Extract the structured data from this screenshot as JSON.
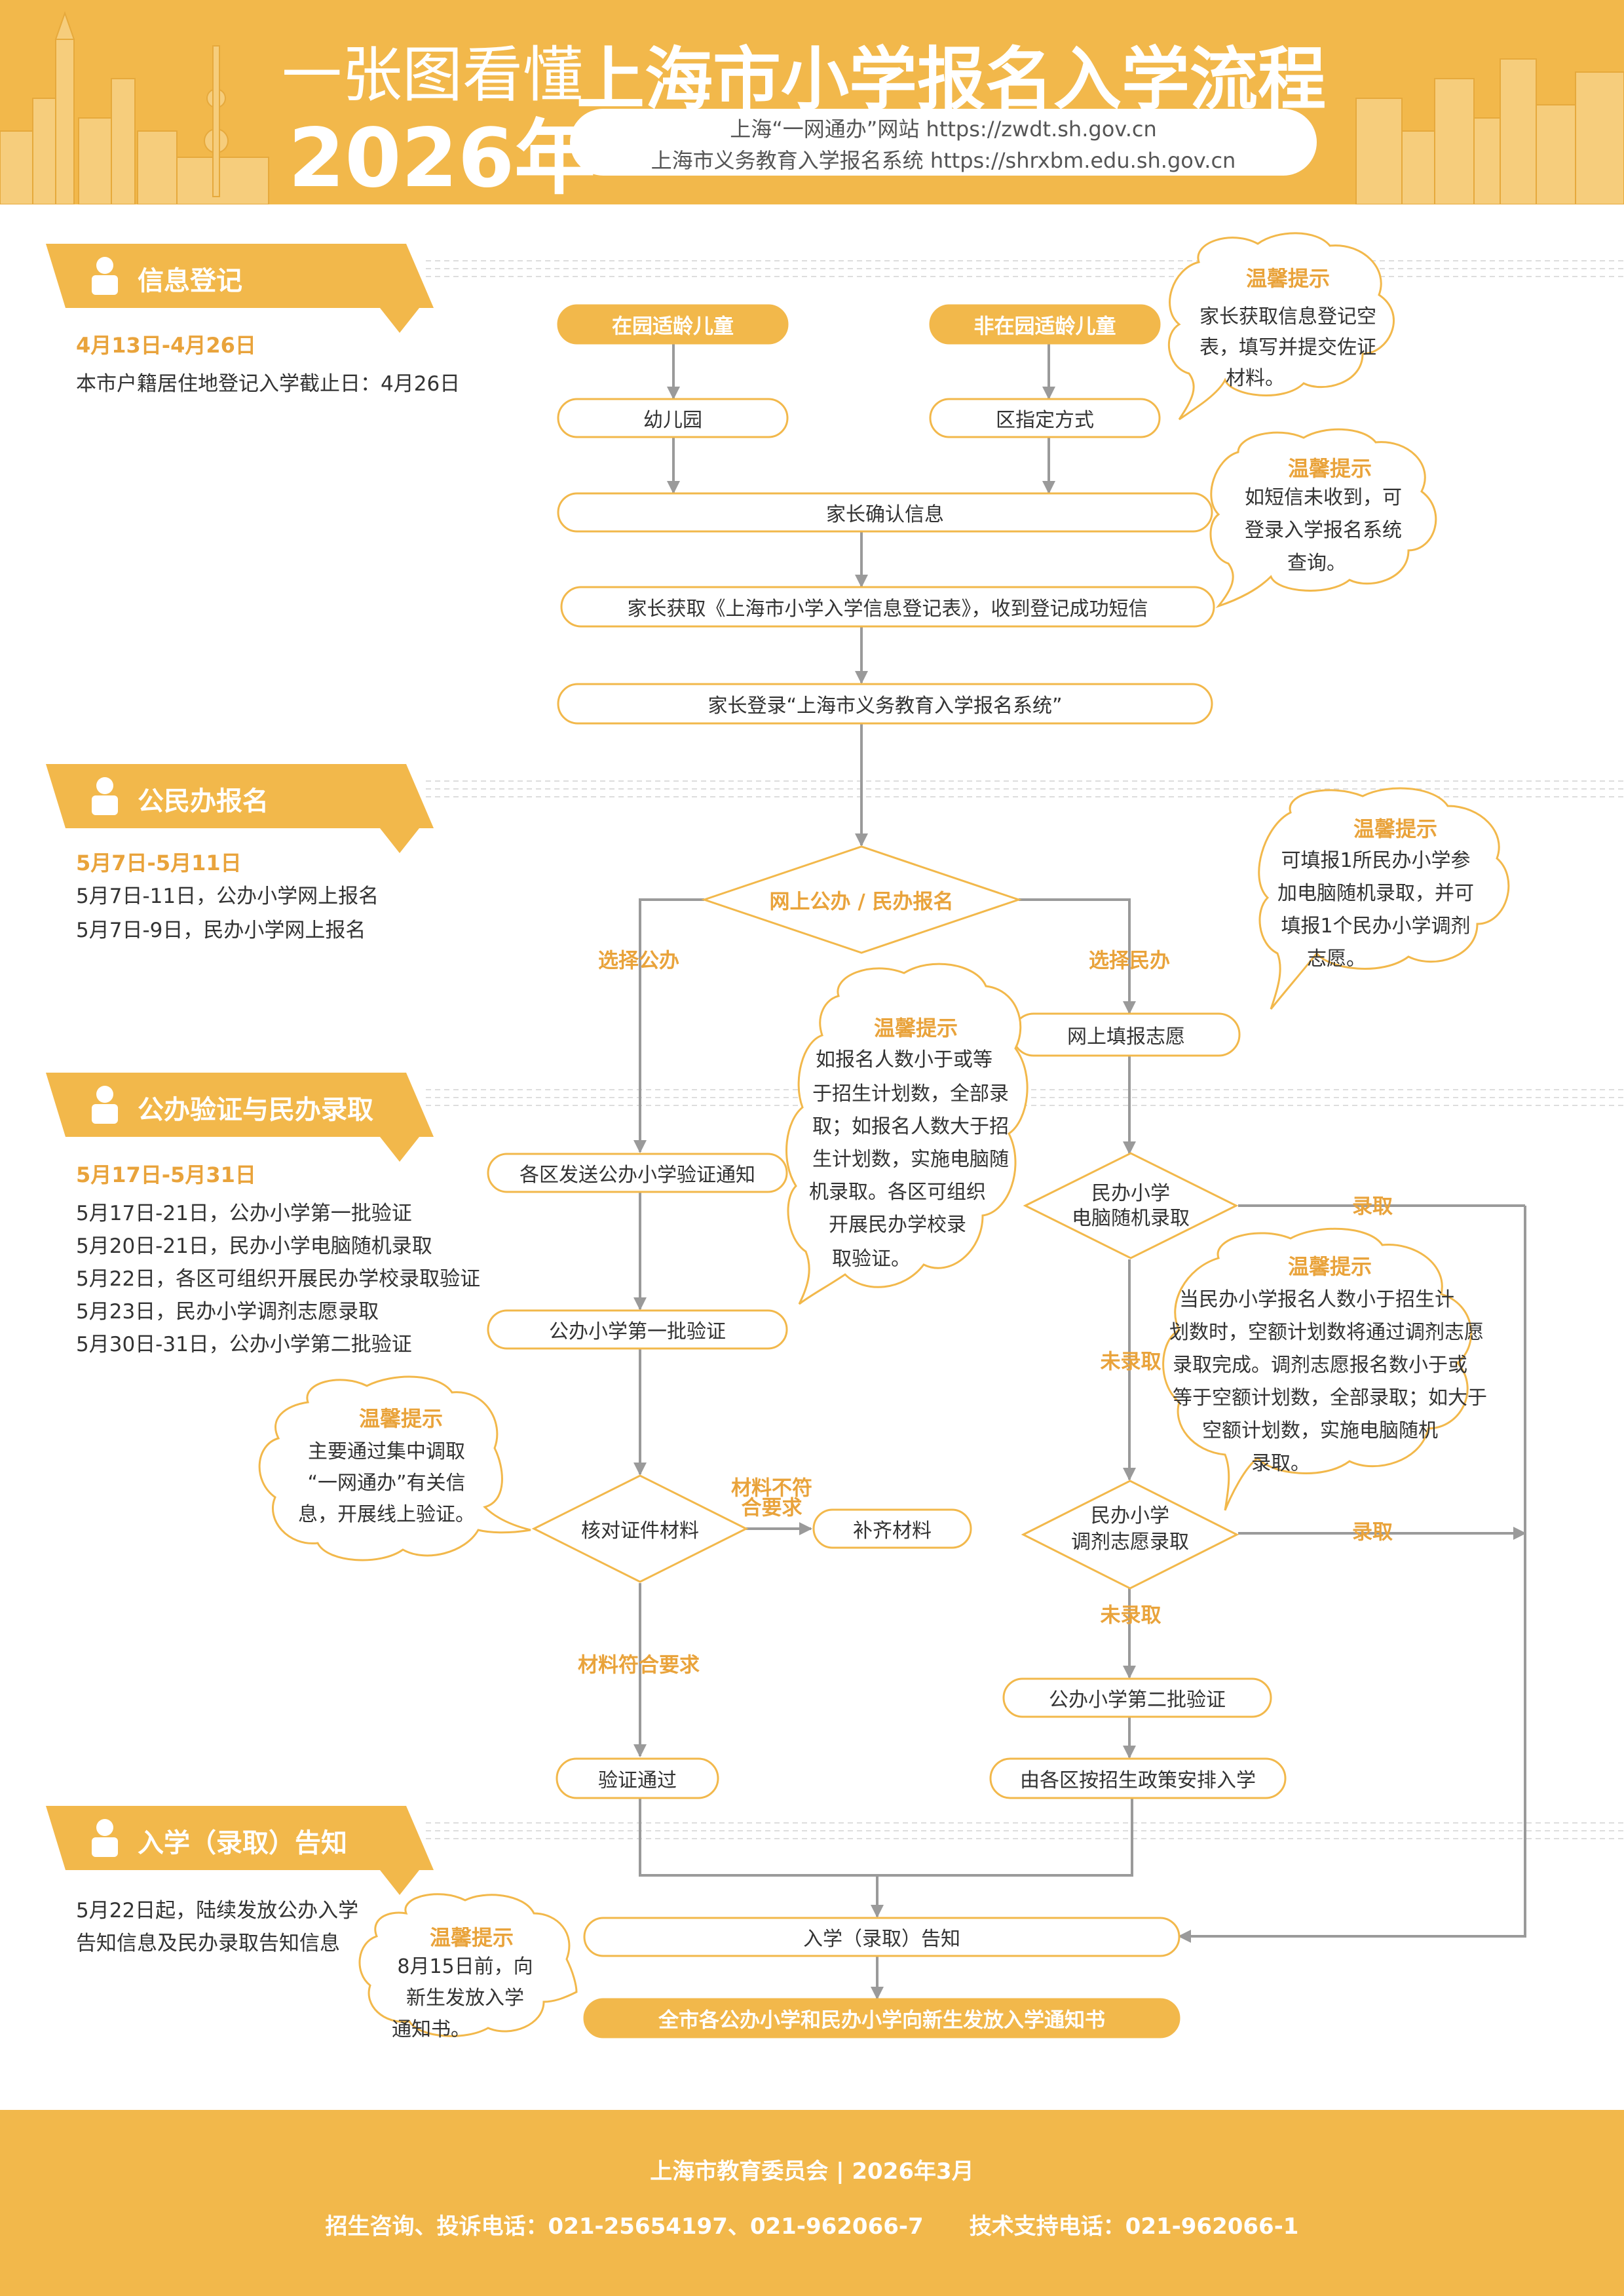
{
  "header": {
    "title_prefix": "一张图看懂",
    "year": "2026年",
    "main_title": "上海市小学报名入学流程",
    "site_line1": "上海“一网通办”网站 https://zwdt.sh.gov.cn",
    "site_line2": "上海市义务教育入学报名系统 https://shrxbm.edu.sh.gov.cn"
  },
  "sections": {
    "info": {
      "title": "信息登记",
      "date": "4月13日-4月26日",
      "lines": [
        "本市户籍居住地登记入学截止日：4月26日"
      ]
    },
    "apply": {
      "title": "公民办报名",
      "date": "5月7日-5月11日",
      "lines": [
        "5月7日-11日，公办小学网上报名",
        "5月7日-9日，民办小学网上报名"
      ]
    },
    "verify": {
      "title": "公办验证与民办录取",
      "date": "5月17日-5月31日",
      "lines": [
        "5月17日-21日，公办小学第一批验证",
        "5月20日-21日，民办小学电脑随机录取",
        "5月22日，各区可组织开展民办学校录取验证",
        "5月23日，民办小学调剂志愿录取",
        "5月30日-31日，公办小学第二批验证"
      ]
    },
    "notice": {
      "title": "入学（录取）告知",
      "lines": [
        "5月22日起，陆续发放公办入学",
        "告知信息及民办录取告知信息"
      ]
    }
  },
  "flow": {
    "in_kindergarten": "在园适龄儿童",
    "not_in_kindergarten": "非在园适龄儿童",
    "kindergarten": "幼儿园",
    "district_method": "区指定方式",
    "parent_confirm": "家长确认信息",
    "parent_get_form": "家长获取《上海市小学入学信息登记表》，收到登记成功短信",
    "parent_login": "家长登录“上海市义务教育入学报名系统”",
    "online_apply": "网上公办 / 民办报名",
    "choose_public": "选择公办",
    "choose_private": "选择民办",
    "fill_wish": "网上填报志愿",
    "district_notice": "各区发送公办小学验证通知",
    "private_lottery_1": "民办小学",
    "private_lottery_2": "电脑随机录取",
    "admitted": "录取",
    "not_admitted": "未录取",
    "public_first_verify": "公办小学第一批验证",
    "check_docs": "核对证件材料",
    "docs_not_ok_1": "材料不符",
    "docs_not_ok_2": "合要求",
    "supplement": "补齐材料",
    "private_adjust_1": "民办小学",
    "private_adjust_2": "调剂志愿录取",
    "docs_ok": "材料符合要求",
    "public_second_verify": "公办小学第二批验证",
    "district_arrange": "由各区按招生政策安排入学",
    "verify_pass": "验证通过",
    "admission_notice": "入学（录取）告知",
    "final": "全市各公办小学和民办小学向新生发放入学通知书"
  },
  "tips": [
    {
      "title": "温馨提示",
      "lines": [
        "家长获取信息登记空",
        "表，填写并提交佐证",
        "材料。"
      ]
    },
    {
      "title": "温馨提示",
      "lines": [
        "如短信未收到，可",
        "登录入学报名系统",
        "查询。"
      ]
    },
    {
      "title": "温馨提示",
      "lines": [
        "可填报1所民办小学参",
        "加电脑随机录取，并可",
        "填报1个民办小学调剂",
        "志愿。"
      ]
    },
    {
      "title": "温馨提示",
      "lines": [
        "如报名人数小于或等",
        "于招生计划数，全部录",
        "取；如报名人数大于招",
        "生计划数，实施电脑随",
        "机录取。各区可组织",
        "开展民办学校录",
        "取验证。"
      ]
    },
    {
      "title": "温馨提示",
      "lines": [
        "当民办小学报名人数小于招生计",
        "划数时，空额计划数将通过调剂志愿",
        "录取完成。调剂志愿报名数小于或",
        "等于空额计划数，全部录取；如大于",
        "空额计划数，实施电脑随机",
        "录取。"
      ]
    },
    {
      "title": "温馨提示",
      "lines": [
        "主要通过集中调取",
        "“一网通办”有关信",
        "息，开展线上验证。"
      ]
    },
    {
      "title": "温馨提示",
      "lines": [
        "8月15日前，向",
        "新生发放入学",
        "通知书。"
      ]
    }
  ],
  "footer": {
    "org_date": "上海市教育委员会 | 2026年3月",
    "phone_left": "招生咨询、投诉电话：021-25654197、021-962066-7",
    "phone_right": "技术支持电话：021-962066-1"
  },
  "colors": {
    "accent": "#f2b84b",
    "accent_text": "#e9a33b",
    "line": "#9a9a9a"
  }
}
